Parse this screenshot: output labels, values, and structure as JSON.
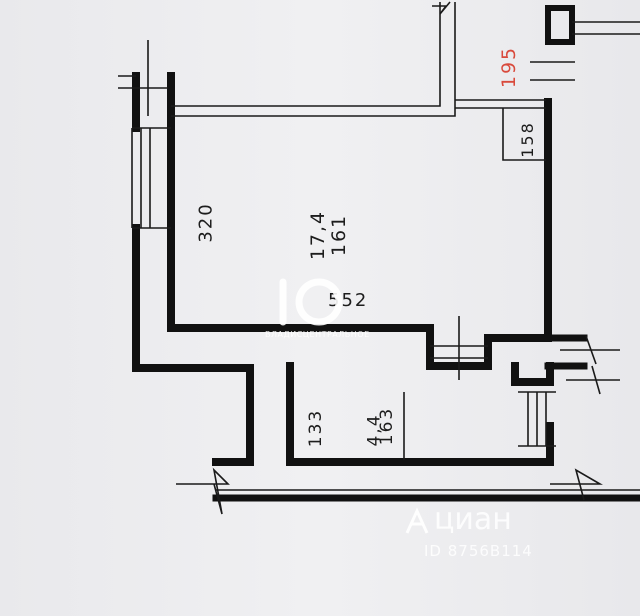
{
  "plan": {
    "room_main": {
      "number": "161",
      "area": "17,4",
      "width": "320",
      "length": "552"
    },
    "room_small": {
      "number": "163",
      "area": "4,4",
      "width": "133"
    },
    "dim_top": "195",
    "dim_niche": "158"
  },
  "watermarks": {
    "agency_text": "ВЛАДИСЦЕНТРАЛЬНОЕ",
    "cian_brand": "циан",
    "cian_id": "ID 8756B114"
  },
  "colors": {
    "wall": "#111111",
    "line": "#1a1a1a",
    "red_dim": "#d94a3c",
    "paper": "#ececee"
  }
}
